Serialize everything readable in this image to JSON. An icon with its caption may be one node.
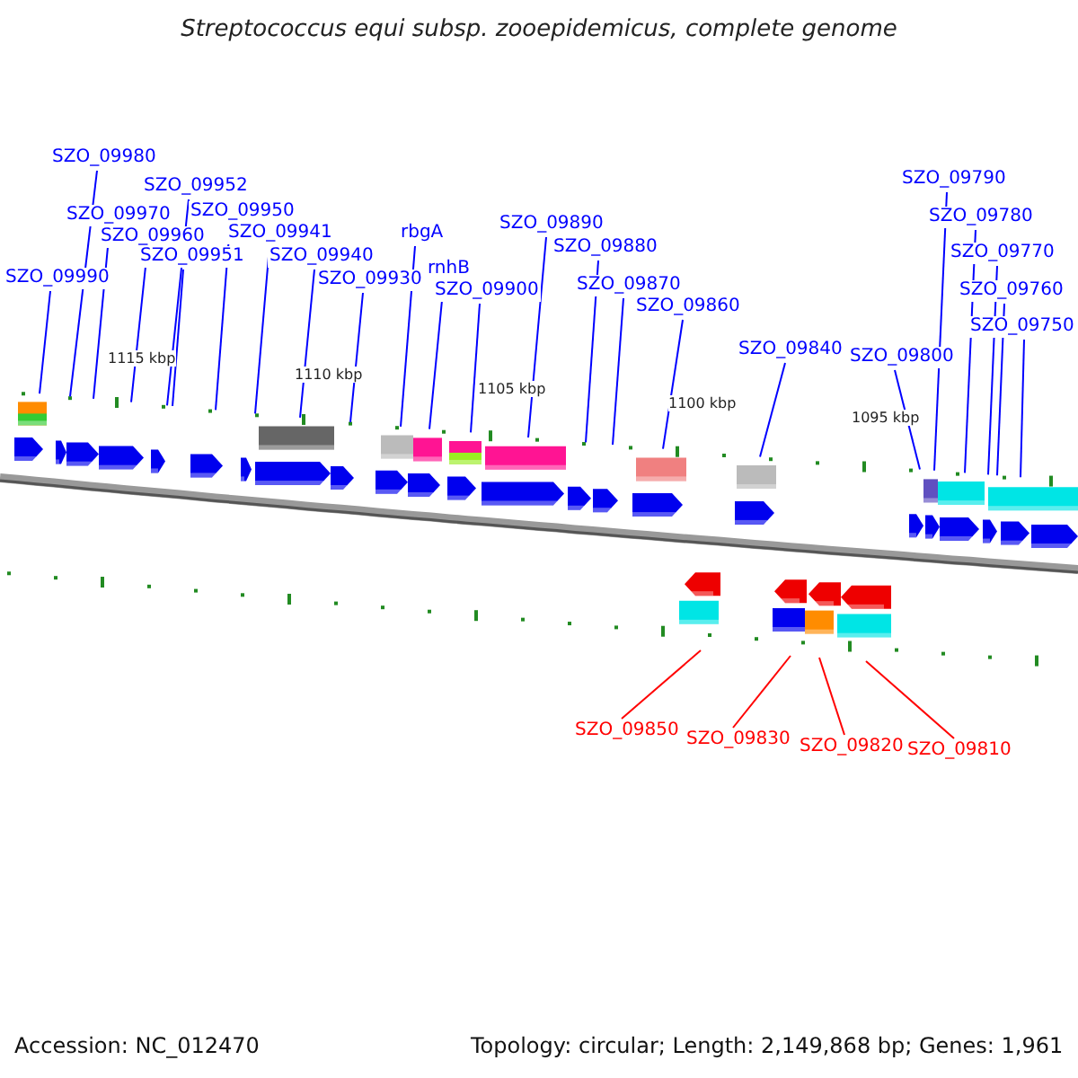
{
  "diagram": {
    "title": "Streptococcus equi subsp. zooepidemicus, complete genome",
    "nodes": [
      {
        "text": [
          "SZO_09990"
        ]
      },
      {
        "text": [
          "SZO_09980"
        ]
      },
      {
        "text": [
          "SZO_09970"
        ]
      },
      {
        "text": [
          "SZO_09960"
        ]
      },
      {
        "text": [
          "SZO_09952"
        ]
      },
      {
        "text": [
          "SZO_09951"
        ]
      },
      {
        "text": [
          "SZO_09950"
        ]
      },
      {
        "text": [
          "SZO_09941"
        ]
      },
      {
        "text": [
          "SZO_09940"
        ]
      },
      {
        "text": [
          "SZO_09930"
        ]
      },
      {
        "text": [
          "rbgA"
        ]
      },
      {
        "text": [
          "rnhB"
        ]
      },
      {
        "text": [
          "SZO_09900"
        ]
      },
      {
        "text": [
          "SZO_09890"
        ]
      },
      {
        "text": [
          "SZO_09880"
        ]
      },
      {
        "text": [
          "SZO_09870"
        ]
      },
      {
        "text": [
          "SZO_09860"
        ]
      },
      {
        "text": [
          "SZO_09840"
        ]
      },
      {
        "text": [
          "SZO_09800"
        ]
      },
      {
        "text": [
          "SZO_09790"
        ]
      },
      {
        "text": [
          "SZO_09780"
        ]
      },
      {
        "text": [
          "SZO_09770"
        ]
      },
      {
        "text": [
          "SZO_09760"
        ]
      },
      {
        "text": [
          "SZO_09750"
        ]
      },
      {
        "text": [
          "SZO_09850"
        ]
      },
      {
        "text": [
          "SZO_09830"
        ]
      },
      {
        "text": [
          "SZO_09820"
        ]
      },
      {
        "text": [
          "SZO_09810"
        ]
      }
    ],
    "edges": [
      {
        "from": 0,
        "to": null,
        "arrow": "none"
      },
      {
        "from": 1,
        "to": null,
        "arrow": "none"
      },
      {
        "from": 2,
        "to": null,
        "arrow": "none"
      },
      {
        "from": 3,
        "to": null,
        "arrow": "none"
      },
      {
        "from": 4,
        "to": null,
        "arrow": "none"
      },
      {
        "from": 5,
        "to": null,
        "arrow": "none"
      },
      {
        "from": 6,
        "to": null,
        "arrow": "none"
      },
      {
        "from": 7,
        "to": null,
        "arrow": "none"
      },
      {
        "from": 8,
        "to": null,
        "arrow": "none"
      },
      {
        "from": 9,
        "to": null,
        "arrow": "none"
      },
      {
        "from": 10,
        "to": null,
        "arrow": "none"
      },
      {
        "from": 11,
        "to": null,
        "arrow": "none"
      },
      {
        "from": 12,
        "to": null,
        "arrow": "none"
      },
      {
        "from": 13,
        "to": null,
        "arrow": "none"
      },
      {
        "from": 14,
        "to": null,
        "arrow": "none"
      },
      {
        "from": 15,
        "to": null,
        "arrow": "none"
      },
      {
        "from": 16,
        "to": null,
        "arrow": "none"
      },
      {
        "from": 17,
        "to": null,
        "arrow": "none"
      },
      {
        "from": 18,
        "to": null,
        "arrow": "none"
      },
      {
        "from": 19,
        "to": null,
        "arrow": "none"
      },
      {
        "from": 20,
        "to": null,
        "arrow": "none"
      },
      {
        "from": 21,
        "to": null,
        "arrow": "none"
      },
      {
        "from": 22,
        "to": null,
        "arrow": "none"
      },
      {
        "from": 23,
        "to": null,
        "arrow": "none"
      },
      {
        "from": 24,
        "to": null,
        "arrow": "none",
        "color": "#ff0000"
      },
      {
        "from": 25,
        "to": null,
        "arrow": "none",
        "color": "#ff0000"
      },
      {
        "from": 26,
        "to": null,
        "arrow": "none",
        "color": "#ff0000"
      },
      {
        "from": 27,
        "to": null,
        "arrow": "none",
        "color": "#ff0000"
      }
    ],
    "labels": [
      "1115 kbp",
      "1110 kbp",
      "1105 kbp",
      "1100 kbp",
      "1095 kbp",
      "Accession: NC_012470",
      "Topology: circular; Length: 2,149,868 bp; Genes: 1,961"
    ]
  }
}
